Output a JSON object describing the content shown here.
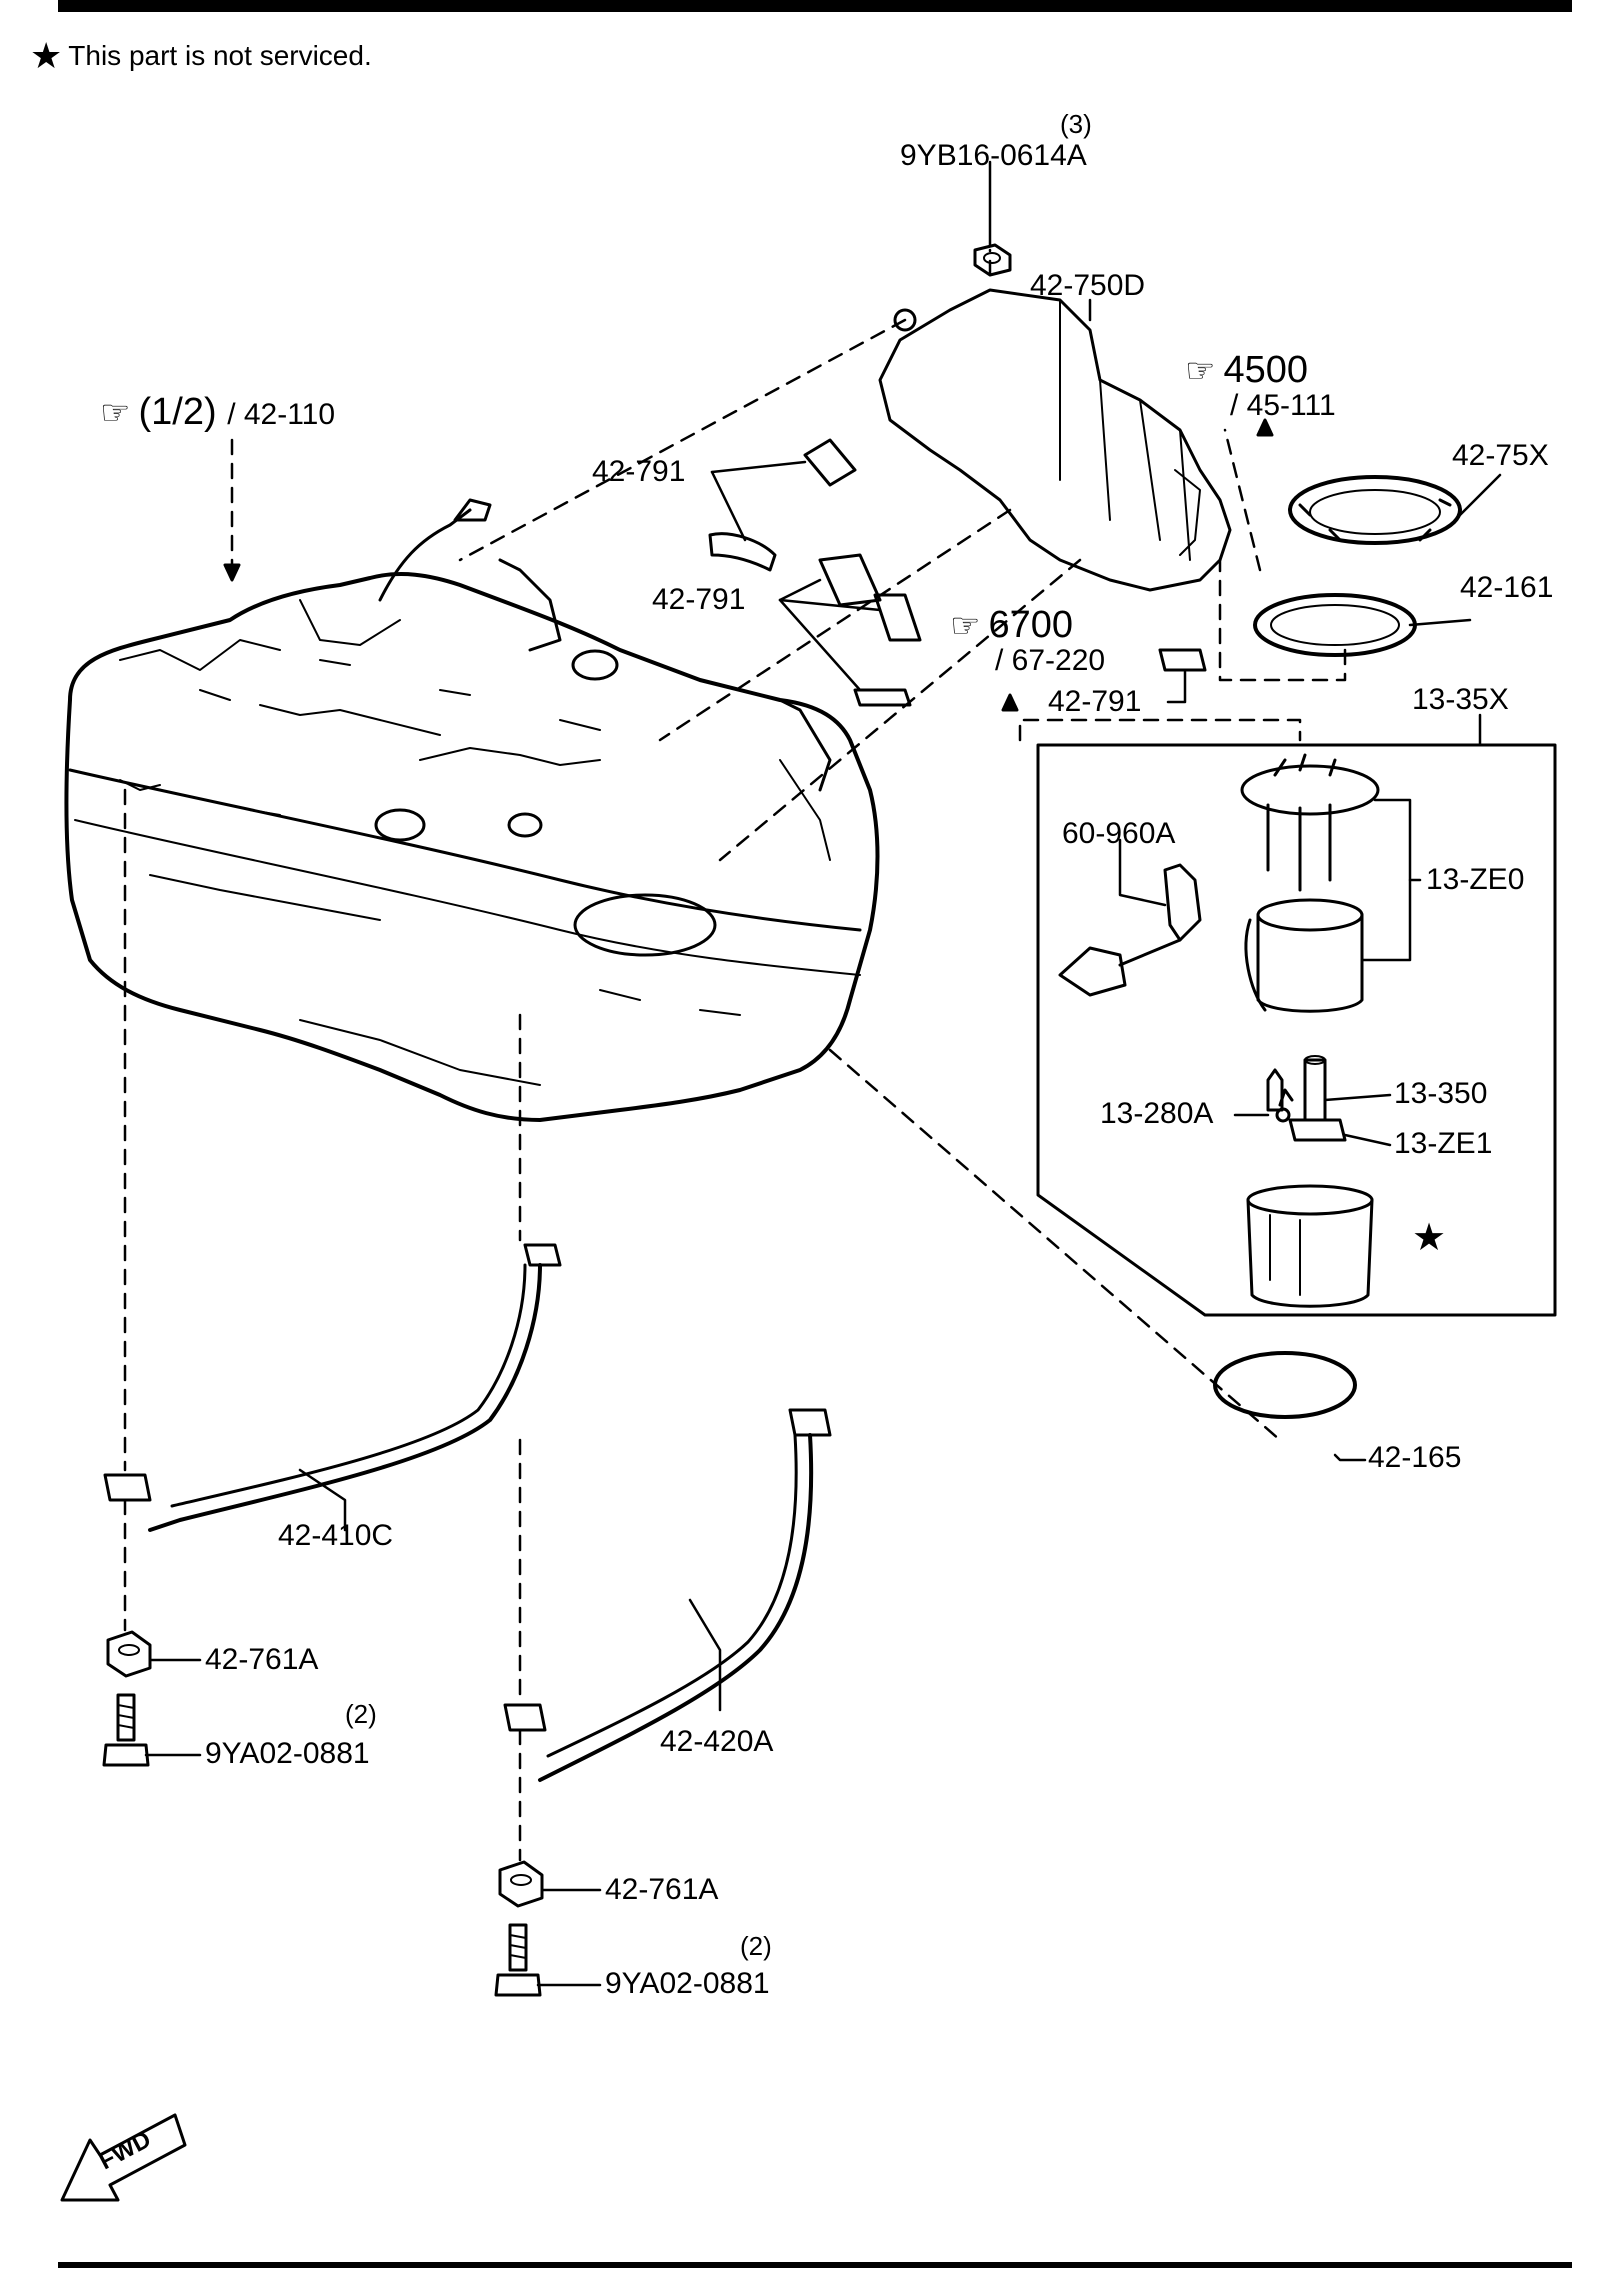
{
  "note": {
    "star": "★",
    "text": "This part is not serviced."
  },
  "references": {
    "tank_ref": {
      "icon": "pointing-hand-icon",
      "page": "(1/2)",
      "part": "/ 42-110"
    },
    "ref_4500": {
      "icon": "pointing-hand-icon",
      "page": "4500",
      "part": "/ 45-111"
    },
    "ref_6700": {
      "icon": "pointing-hand-icon",
      "page": "6700",
      "part": "/ 67-220"
    }
  },
  "callouts": {
    "p9YB16": {
      "part": "9YB16-0614A",
      "qty": "(3)"
    },
    "p42_750D": "42-750D",
    "p42_791a": "42-791",
    "p42_791b": "42-791",
    "p42_791c": "42-791",
    "p42_75X": "42-75X",
    "p42_161": "42-161",
    "p13_35X": "13-35X",
    "p60_960A": "60-960A",
    "p13_ZE0": "13-ZE0",
    "p13_350": "13-350",
    "p13_280A": "13-280A",
    "p13_ZE1": "13-ZE1",
    "p_star": "★",
    "p42_165": "42-165",
    "p42_410C": "42-410C",
    "p42_420A": "42-420A",
    "p42_761A_1": "42-761A",
    "p42_761A_2": "42-761A",
    "p9YA02_1": {
      "part": "9YA02-0881",
      "qty": "(2)"
    },
    "p9YA02_2": {
      "part": "9YA02-0881",
      "qty": "(2)"
    }
  },
  "fwd": "FWD"
}
